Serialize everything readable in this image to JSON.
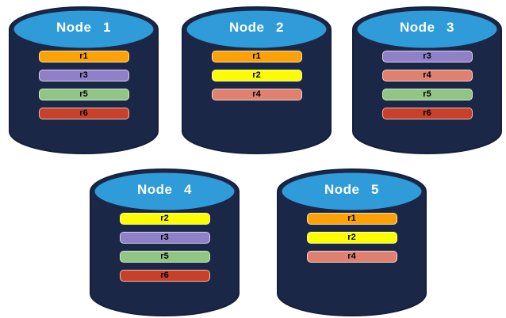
{
  "diagram": {
    "title_implicit": "Replica placement across database nodes",
    "background_color": "#FFFFFF",
    "cylinder": {
      "body_color": "#1A2747",
      "outline_color": "#131F3C",
      "top_face_color": "#2F9CD9"
    },
    "replica_colors": {
      "r1": "#FCA207",
      "r2": "#FDFD00",
      "r3": "#9080C8",
      "r4": "#E0816F",
      "r5": "#90C584",
      "r6": "#C8402A"
    },
    "nodes": [
      {
        "title": "Node 1",
        "replicas": [
          "r1",
          "r3",
          "r5",
          "r6"
        ]
      },
      {
        "title": "Node 2",
        "replicas": [
          "r1",
          "r2",
          "r4"
        ]
      },
      {
        "title": "Node 3",
        "replicas": [
          "r3",
          "r4",
          "r5",
          "r6"
        ]
      },
      {
        "title": "Node 4",
        "replicas": [
          "r2",
          "r3",
          "r5",
          "r6"
        ]
      },
      {
        "title": "Node 5",
        "replicas": [
          "r1",
          "r2",
          "r4"
        ]
      }
    ]
  }
}
